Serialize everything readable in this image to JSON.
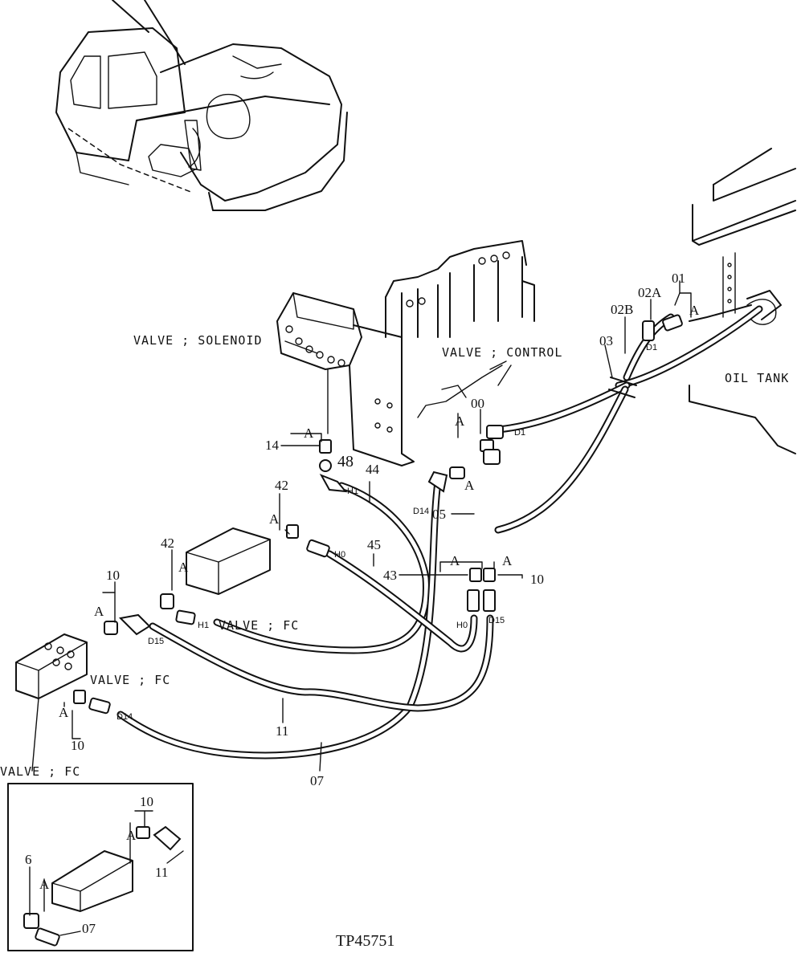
{
  "labels": {
    "valve_solenoid": "VALVE ; SOLENOID",
    "valve_control": "VALVE ; CONTROL",
    "oil_tank": "OIL TANK",
    "valve_fc_1": "VALVE ; FC",
    "valve_fc_2": "VALVE ; FC",
    "valve_fc_3": "VALVE ; FC",
    "figure_id": "TP45751"
  },
  "part_numbers": {
    "p01": "01",
    "p02a": "02A",
    "p02b": "02B",
    "p03": "03",
    "p00": "00",
    "p05": "05",
    "p14": "14",
    "p48": "48",
    "p44": "44",
    "p42a": "42",
    "p42b": "42",
    "p45": "45",
    "p43": "43",
    "p10a": "10",
    "p10b": "10",
    "p10c": "10",
    "p11": "11",
    "p07": "07",
    "inset_10": "10",
    "inset_6": "6",
    "inset_11": "11",
    "inset_07": "07"
  },
  "callout_letters": {
    "a1": "A",
    "a2": "A",
    "a3": "A",
    "a4": "A",
    "a5": "A",
    "a6": "A",
    "a7": "A",
    "a8": "A",
    "a9": "A",
    "a10": "A",
    "a11": "A",
    "a12": "A",
    "a13": "A"
  },
  "port_marks": {
    "d1_tank": "D1",
    "d1_ctrl": "D1",
    "h1_top": "H1",
    "d14_top": "D14",
    "h0_top": "H0",
    "h0_low": "H0",
    "d15_low": "D15",
    "h1_fc": "H1",
    "d15_fc": "D15",
    "d14_fc": "D14"
  }
}
